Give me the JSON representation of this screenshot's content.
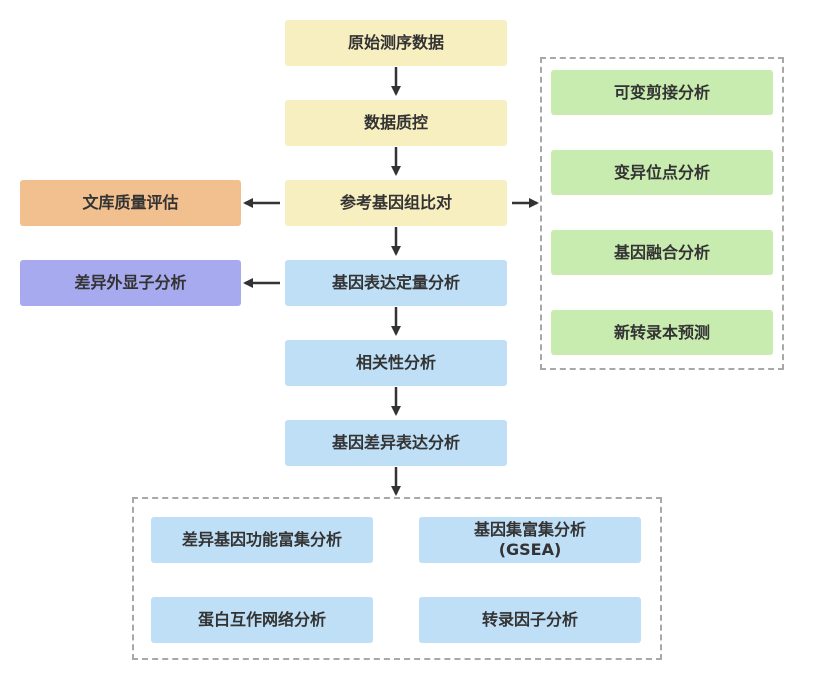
{
  "main_flow": {
    "raw_data": "原始测序数据",
    "quality_control": "数据质控",
    "alignment": "参考基因组比对",
    "expression_quant": "基因表达定量分析",
    "correlation": "相关性分析",
    "diff_expression": "基因差异表达分析"
  },
  "side_nodes": {
    "library_qc": "文库质量评估",
    "diff_exon": "差异外显子分析"
  },
  "right_group": {
    "items": [
      "可变剪接分析",
      "变异位点分析",
      "基因融合分析",
      "新转录本预测"
    ]
  },
  "bottom_group": {
    "go_enrichment": "差异基因功能富集分析",
    "gsea_line1": "基因集富集分析",
    "gsea_line2": "(GSEA)",
    "ppi": "蛋白互作网络分析",
    "tf": "转录因子分析"
  },
  "colors": {
    "yellow": "#f7efbf",
    "blue": "#bfdff7",
    "green": "#c8ebb0",
    "orange": "#f2bf8f",
    "purple": "#a7aaef",
    "arrow": "#333333"
  }
}
